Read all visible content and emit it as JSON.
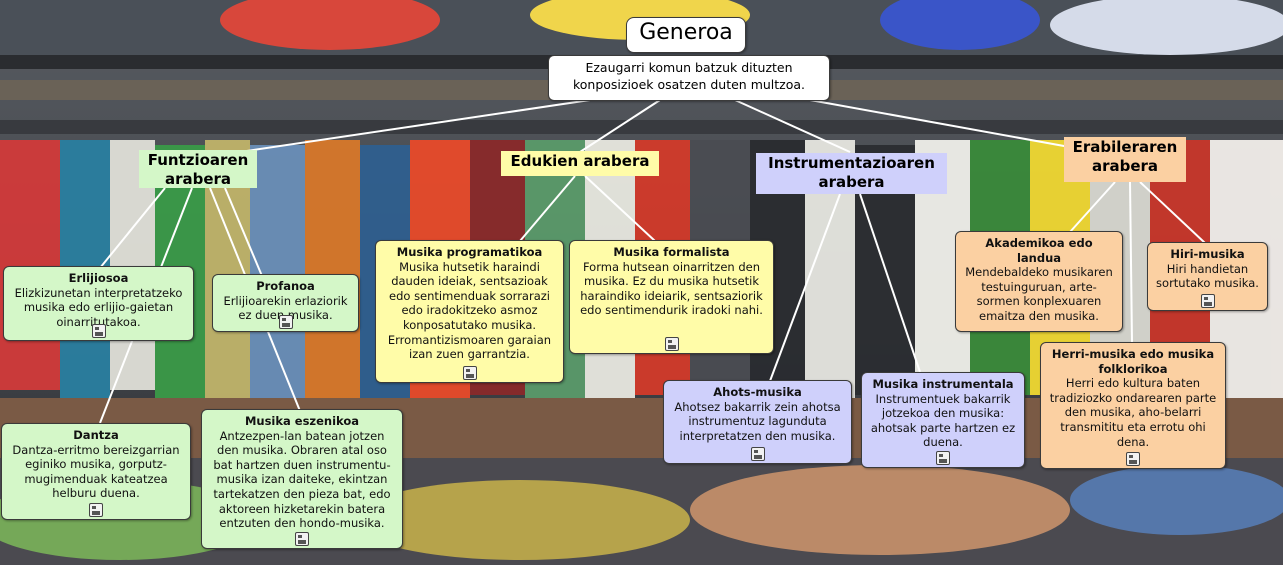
{
  "root": {
    "title": "Generoa",
    "definition": "Ezaugarri komun batzuk dituzten konposizioek osatzen duten multzoa."
  },
  "categories": {
    "funtzioa": "Funtzioaren arabera",
    "edukia": "Edukien arabera",
    "instrumentazioa": "Instrumentazioaren arabera",
    "erabilera": "Erabileraren arabera"
  },
  "nodes": {
    "erlijiosoa": {
      "title": "Erlijiosoa",
      "text": "Elizkizunetan interpretatzeko musika edo erlijio-gaietan oinarritutakoa."
    },
    "profanoa": {
      "title": "Profanoa",
      "text": "Erlijioarekin erlaziorik ez duen musika."
    },
    "dantza": {
      "title": "Dantza",
      "text": "Dantza-erritmo bereizgarrian eginiko musika, gorputz-mugimenduak kateatzea helburu duena."
    },
    "eszenikoa": {
      "title": "Musika eszenikoa",
      "text": "Antzezpen-lan batean jotzen den musika. Obraren atal oso bat hartzen duen instrumentu-musika izan daiteke, ekintzan tartekatzen den pieza bat, edo aktoreen hizketarekin batera entzuten den hondo-musika."
    },
    "programatikoa": {
      "title": "Musika programatikoa",
      "text": "Musika hutsetik haraindi dauden ideiak, sentsazioak edo sentimenduak sorrarazi edo iradokitzeko asmoz konposatutako musika. Erromantizismoaren garaian izan zuen garrantzia."
    },
    "formalista": {
      "title": "Musika formalista",
      "text": "Forma hutsean oinarritzen den musika. Ez du musika hutsetik haraindiko ideiarik, sentsaziorik edo sentimendurik iradoki nahi."
    },
    "ahotsa": {
      "title": "Ahots-musika",
      "text": "Ahotsez bakarrik zein ahotsa instrumentuz lagunduta interpretatzen den musika."
    },
    "instrumentala": {
      "title": "Musika instrumentala",
      "text": "Instrumentuek bakarrik jotzekoa den musika: ahotsak parte hartzen ez duena."
    },
    "akademikoa": {
      "title": "Akademikoa edo landua",
      "text": "Mendebaldeko musikaren testuinguruan, arte-sormen konplexuaren emaitza den musika."
    },
    "hiria": {
      "title": "Hiri-musika",
      "text": "Hiri handietan sortutako musika."
    },
    "herria": {
      "title": "Herri-musika edo musika folklorikoa",
      "text": "Herri edo kultura baten tradiziozko ondarearen parte den musika, aho-belarri transmititu eta errotu ohi dena."
    }
  },
  "colors": {
    "funtzioa": "#d4f7c8",
    "edukia": "#fffca8",
    "instrumentazioa": "#cfd0fb",
    "erabilera": "#fbd0a2",
    "background": "#3b3f46"
  },
  "icons": {
    "note": "note-icon"
  }
}
